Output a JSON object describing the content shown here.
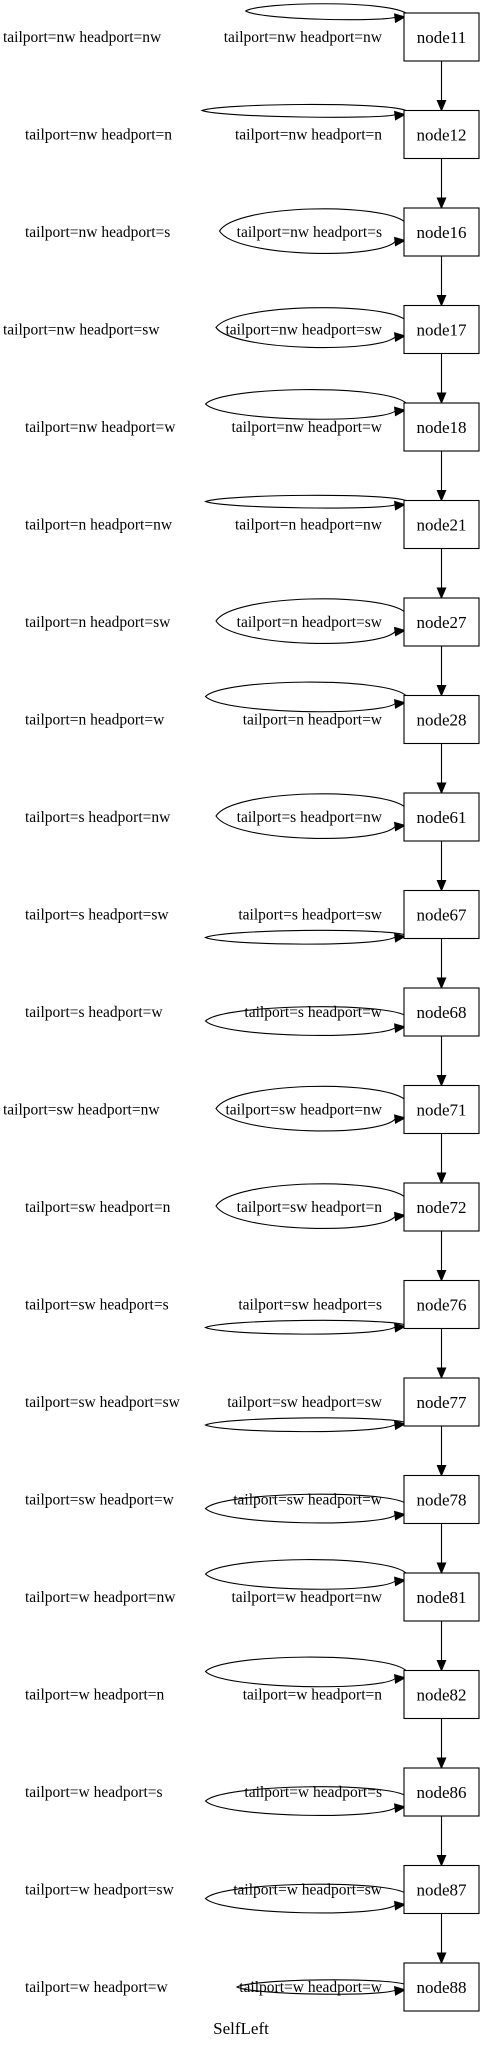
{
  "graph": {
    "caption": "SelfLeft",
    "nodes": [
      {
        "id": "node11",
        "label": "node11",
        "loop_labels": [
          "tailport=nw headport=nw",
          "tailport=nw headport=nw"
        ]
      },
      {
        "id": "node12",
        "label": "node12",
        "loop_labels": [
          "tailport=nw headport=n",
          "tailport=nw headport=n"
        ]
      },
      {
        "id": "node16",
        "label": "node16",
        "loop_labels": [
          "tailport=nw headport=s",
          "tailport=nw headport=s"
        ]
      },
      {
        "id": "node17",
        "label": "node17",
        "loop_labels": [
          "tailport=nw headport=sw",
          "tailport=nw headport=sw"
        ]
      },
      {
        "id": "node18",
        "label": "node18",
        "loop_labels": [
          "tailport=nw headport=w",
          "tailport=nw headport=w"
        ]
      },
      {
        "id": "node21",
        "label": "node21",
        "loop_labels": [
          "tailport=n headport=nw",
          "tailport=n headport=nw"
        ]
      },
      {
        "id": "node27",
        "label": "node27",
        "loop_labels": [
          "tailport=n headport=sw",
          "tailport=n headport=sw"
        ]
      },
      {
        "id": "node28",
        "label": "node28",
        "loop_labels": [
          "tailport=n headport=w",
          "tailport=n headport=w"
        ]
      },
      {
        "id": "node61",
        "label": "node61",
        "loop_labels": [
          "tailport=s headport=nw",
          "tailport=s headport=nw"
        ]
      },
      {
        "id": "node67",
        "label": "node67",
        "loop_labels": [
          "tailport=s headport=sw",
          "tailport=s headport=sw"
        ]
      },
      {
        "id": "node68",
        "label": "node68",
        "loop_labels": [
          "tailport=s headport=w",
          "tailport=s headport=w"
        ]
      },
      {
        "id": "node71",
        "label": "node71",
        "loop_labels": [
          "tailport=sw headport=nw",
          "tailport=sw headport=nw"
        ]
      },
      {
        "id": "node72",
        "label": "node72",
        "loop_labels": [
          "tailport=sw headport=n",
          "tailport=sw headport=n"
        ]
      },
      {
        "id": "node76",
        "label": "node76",
        "loop_labels": [
          "tailport=sw headport=s",
          "tailport=sw headport=s"
        ]
      },
      {
        "id": "node77",
        "label": "node77",
        "loop_labels": [
          "tailport=sw headport=sw",
          "tailport=sw headport=sw"
        ]
      },
      {
        "id": "node78",
        "label": "node78",
        "loop_labels": [
          "tailport=sw headport=w",
          "tailport=sw headport=w"
        ]
      },
      {
        "id": "node81",
        "label": "node81",
        "loop_labels": [
          "tailport=w headport=nw",
          "tailport=w headport=nw"
        ]
      },
      {
        "id": "node82",
        "label": "node82",
        "loop_labels": [
          "tailport=w headport=n",
          "tailport=w headport=n"
        ]
      },
      {
        "id": "node86",
        "label": "node86",
        "loop_labels": [
          "tailport=w headport=s",
          "tailport=w headport=s"
        ]
      },
      {
        "id": "node87",
        "label": "node87",
        "loop_labels": [
          "tailport=w headport=sw",
          "tailport=w headport=sw"
        ]
      },
      {
        "id": "node88",
        "label": "node88",
        "loop_labels": [
          "tailport=w headport=w",
          "tailport=w headport=w"
        ]
      }
    ]
  }
}
